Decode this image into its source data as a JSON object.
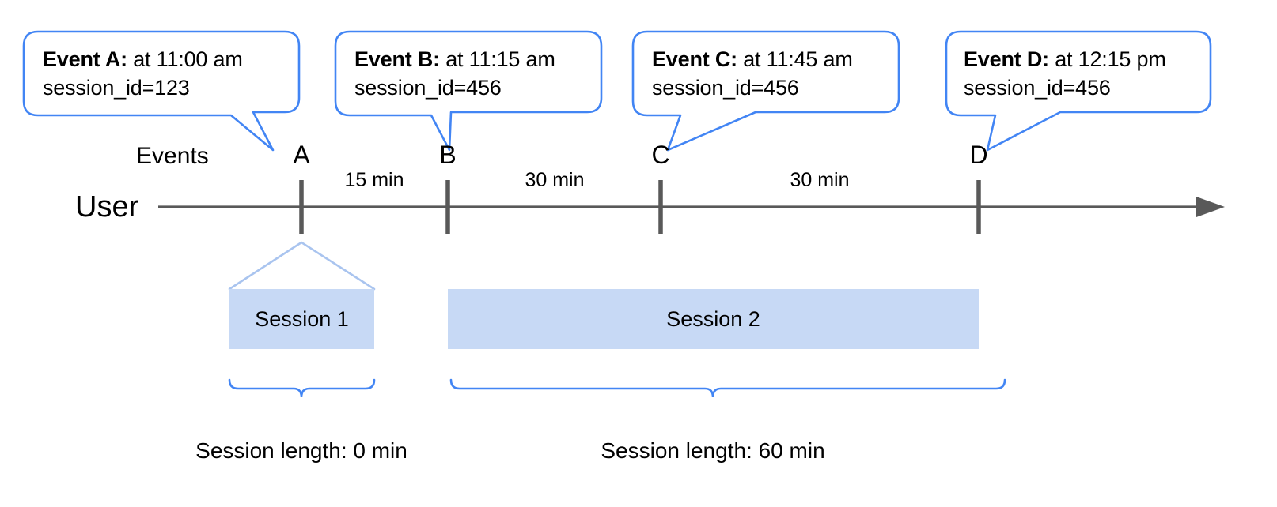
{
  "diagram": {
    "title_alt": "Sessionization timeline diagram",
    "axis_labels": {
      "events_row": "Events",
      "user_row": "User"
    },
    "accent_color": "#4285f4",
    "session_fill_color": "#c7d9f5",
    "axis_color": "#595959",
    "callouts": [
      {
        "name": "Event A",
        "bold": "Event A:",
        "time": " at 11:00 am",
        "session": "session_id=123"
      },
      {
        "name": "Event B",
        "bold": "Event B:",
        "time": " at 11:15 am",
        "session": "session_id=456"
      },
      {
        "name": "Event C",
        "bold": "Event C:",
        "time": " at 11:45 am",
        "session": "session_id=456"
      },
      {
        "name": "Event D",
        "bold": "Event D:",
        "time": " at 12:15 pm",
        "session": "session_id=456"
      }
    ],
    "event_ticks": [
      {
        "label": "A"
      },
      {
        "label": "B"
      },
      {
        "label": "C"
      },
      {
        "label": "D"
      }
    ],
    "gaps": [
      {
        "label": "15 min"
      },
      {
        "label": "30 min"
      },
      {
        "label": "30 min"
      }
    ],
    "sessions": [
      {
        "label": "Session 1",
        "length_label": "Session length: 0 min"
      },
      {
        "label": "Session 2",
        "length_label": "Session length: 60 min"
      }
    ]
  }
}
